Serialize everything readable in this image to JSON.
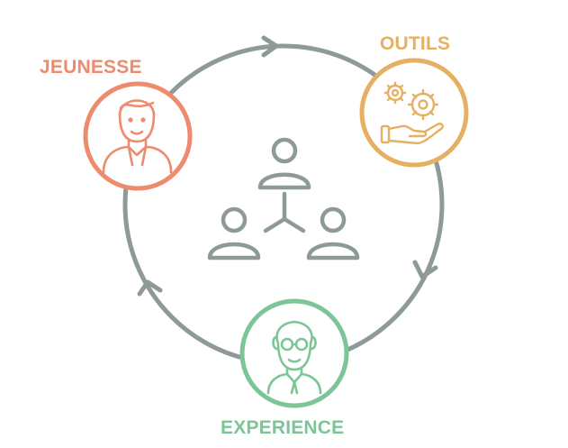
{
  "labels": {
    "jeunesse": "JEUNESSE",
    "outils": "OUTILS",
    "experience": "EXPERIENCE"
  },
  "colors": {
    "jeunesse": "#ee8a6d",
    "outils": "#e5b062",
    "experience": "#7cc597",
    "cycle": "#8e9a98",
    "background": "#ffffff"
  },
  "icons": {
    "jeunesse": "young-person-icon",
    "outils": "gears-on-hand-icon",
    "experience": "elderly-person-icon",
    "center": "connected-people-icon"
  }
}
